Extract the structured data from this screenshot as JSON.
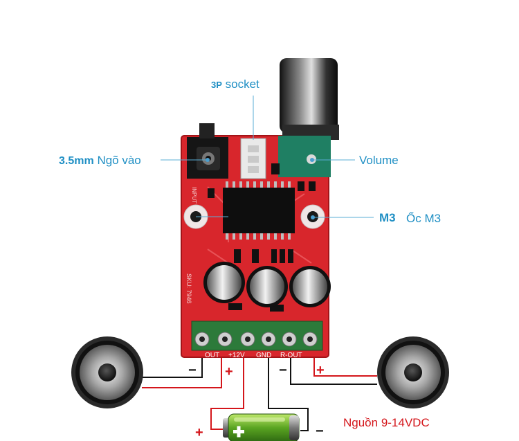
{
  "labels": {
    "socket_prefix": "3P",
    "socket_word": "socket",
    "input_prefix": "3.5mm",
    "input_word": "Ngõ vào",
    "volume": "Volume",
    "m3_prefix": "M3",
    "m3_word": "Ốc M3",
    "power": "Nguồn 9-14VDC"
  },
  "signs": {
    "left_minus": "−",
    "left_plus": "+",
    "right_minus": "−",
    "right_plus": "+",
    "battery_plus": "+",
    "battery_minus": "−"
  },
  "board": {
    "input_silk": "INPUT",
    "sku_silk": "SKU: 7946",
    "term_out_l": "OUT",
    "term_12v": "+12V",
    "term_gnd": "GND",
    "term_r_out": "R-OUT"
  },
  "colors": {
    "pcb": "#d8262c",
    "label_blue": "#1f8fc4",
    "wire_red": "#d4161b",
    "terminal_green": "#2c7a3a",
    "battery_green": "#7ac231"
  }
}
